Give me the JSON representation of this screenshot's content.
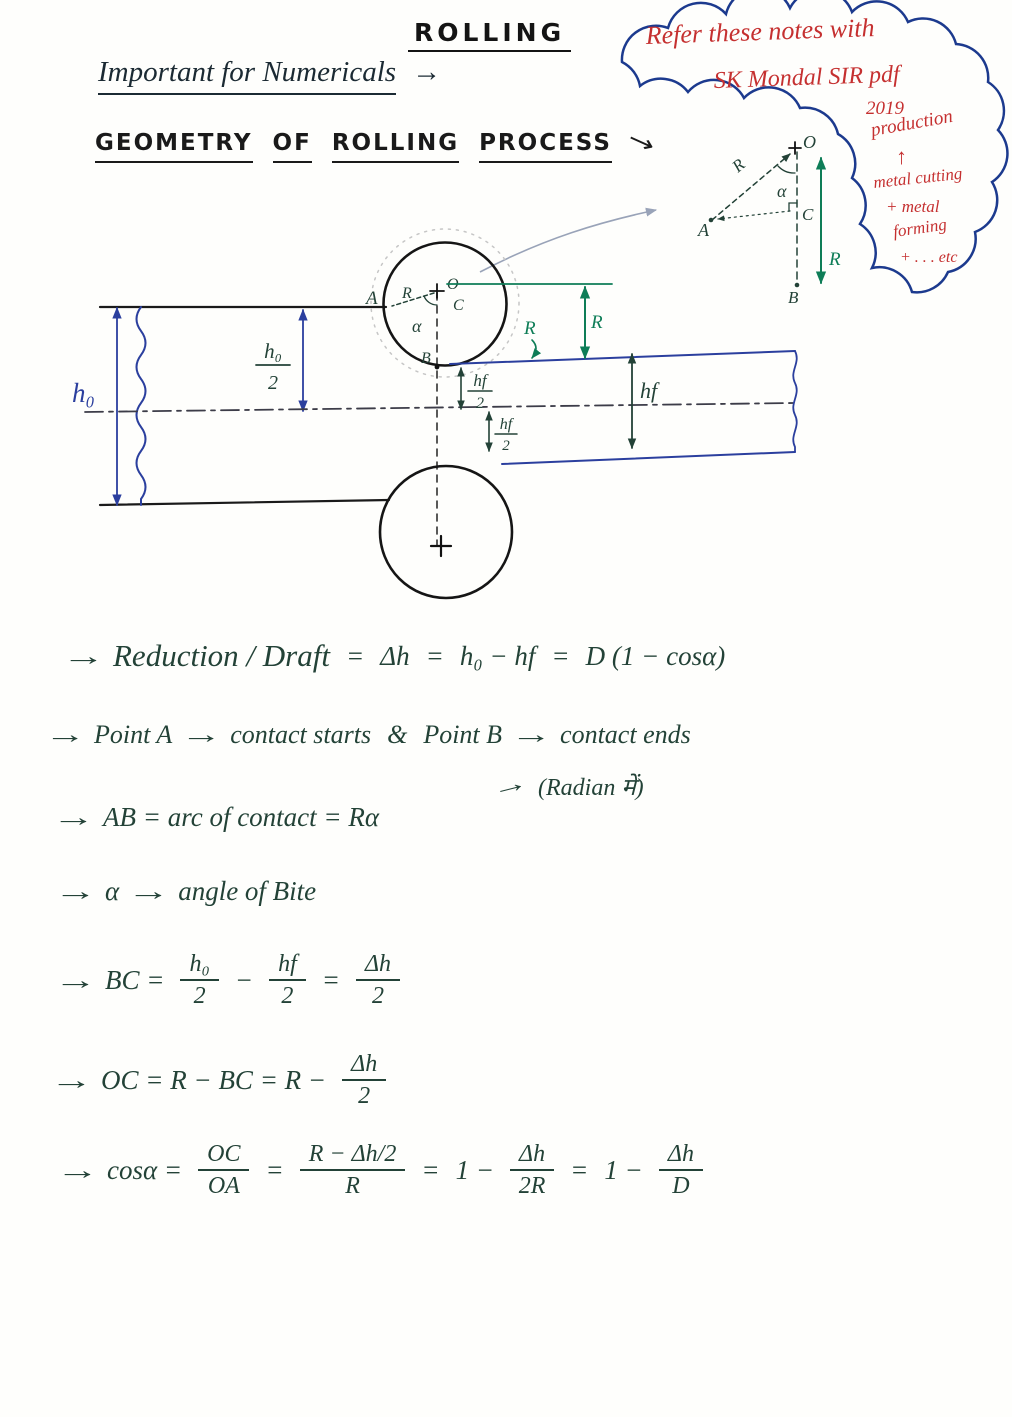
{
  "header": {
    "title": "ROLLING",
    "subtitle": "Important for Numericals",
    "subtitle_arrow": "→",
    "heading_words": [
      "GEOMETRY",
      "OF",
      "ROLLING",
      "PROCESS"
    ],
    "heading_arrow": "→"
  },
  "cloud": {
    "line1": "Refer these notes with",
    "line2": "SK Mondal SIR pdf",
    "line3": "2019",
    "line4": "production",
    "arrow_up": "↑",
    "line5": "metal cutting",
    "line6": "+ metal",
    "line7": "forming",
    "line8": "+ . . . etc"
  },
  "diagram": {
    "h0": "h₀",
    "h0_frac_num": "h₀",
    "h0_frac_den": "2",
    "hf": "hf",
    "hf_frac_num": "hf",
    "hf_frac_den": "2",
    "R": "R",
    "A": "A",
    "B": "B",
    "C": "C",
    "O": "O",
    "alpha": "α"
  },
  "inset": {
    "A": "A",
    "B": "B",
    "C": "C",
    "O": "O",
    "R": "R",
    "alpha": "α"
  },
  "formulas": {
    "f1": {
      "arrow": "→",
      "name": "Reduction / Draft",
      "eq": "=",
      "t1": "Δh",
      "t2": "h₀ − hf",
      "t3": "D (1 − cosα)"
    },
    "f2": {
      "arrow": "→",
      "p1": "Point A",
      "a2": "→",
      "p2": "contact starts",
      "amp": "&",
      "p3": "Point B",
      "a3": "→",
      "p4": "contact ends"
    },
    "f3": {
      "arrow": "→",
      "main": "AB = arc of contact = Rα",
      "note_arrow": "→",
      "note": "(Radian में)"
    },
    "f4": {
      "arrow": "→",
      "alpha": "α",
      "a2": "→",
      "text": "angle of Bite"
    },
    "f5": {
      "arrow": "→",
      "lhs": "BC =",
      "f1n": "h₀",
      "f1d": "2",
      "op": "−",
      "f2n": "hf",
      "f2d": "2",
      "eq": "=",
      "f3n": "Δh",
      "f3d": "2"
    },
    "f6": {
      "arrow": "→",
      "lhs": "OC = R − BC = R −",
      "fn": "Δh",
      "fd": "2"
    },
    "f7": {
      "arrow": "→",
      "lhs": "cosα =",
      "f1n": "OC",
      "f1d": "OA",
      "eq1": "=",
      "f2n": "R − Δh/2",
      "f2d": "R",
      "eq2": "=",
      "pre1": "1 −",
      "f3n": "Δh",
      "f3d": "2R",
      "eq3": "=",
      "pre2": "1 −",
      "f4n": "Δh",
      "f4d": "D"
    }
  },
  "colors": {
    "ink": "#234237",
    "red": "#c53030",
    "blue": "#2b3f9e",
    "green": "#0e7d57",
    "cloud_outline": "#1c3a8e",
    "pencil": "#c6c6c6"
  }
}
